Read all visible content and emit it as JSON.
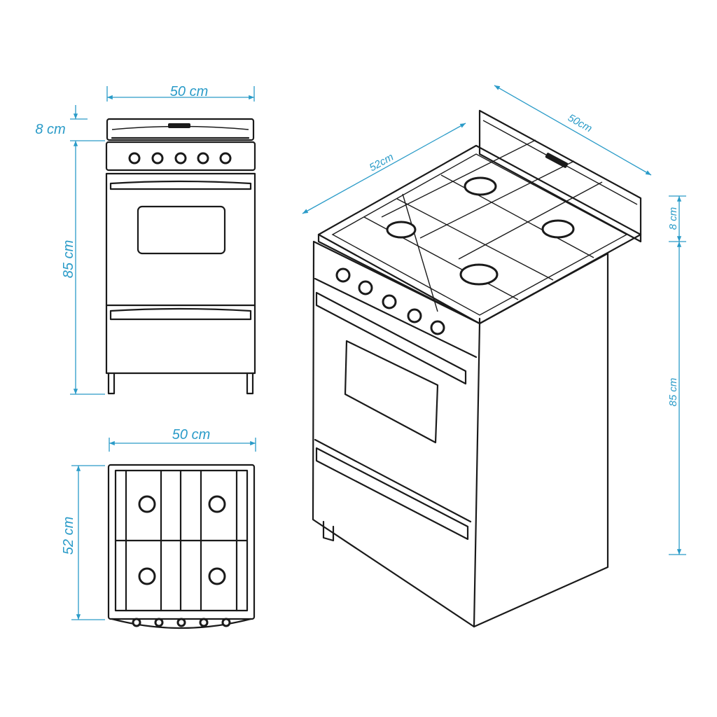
{
  "dimensions": {
    "front_width": "50 cm",
    "front_top_height": "8 cm",
    "front_body_height": "85 cm",
    "top_width": "50 cm",
    "top_depth": "52 cm",
    "persp_depth": "52cm",
    "persp_width": "50cm",
    "persp_top_height": "8 cm",
    "persp_body_height": "85 cm"
  },
  "colors": {
    "dimension": "#2a9bc8",
    "line": "#1a1a1a"
  }
}
